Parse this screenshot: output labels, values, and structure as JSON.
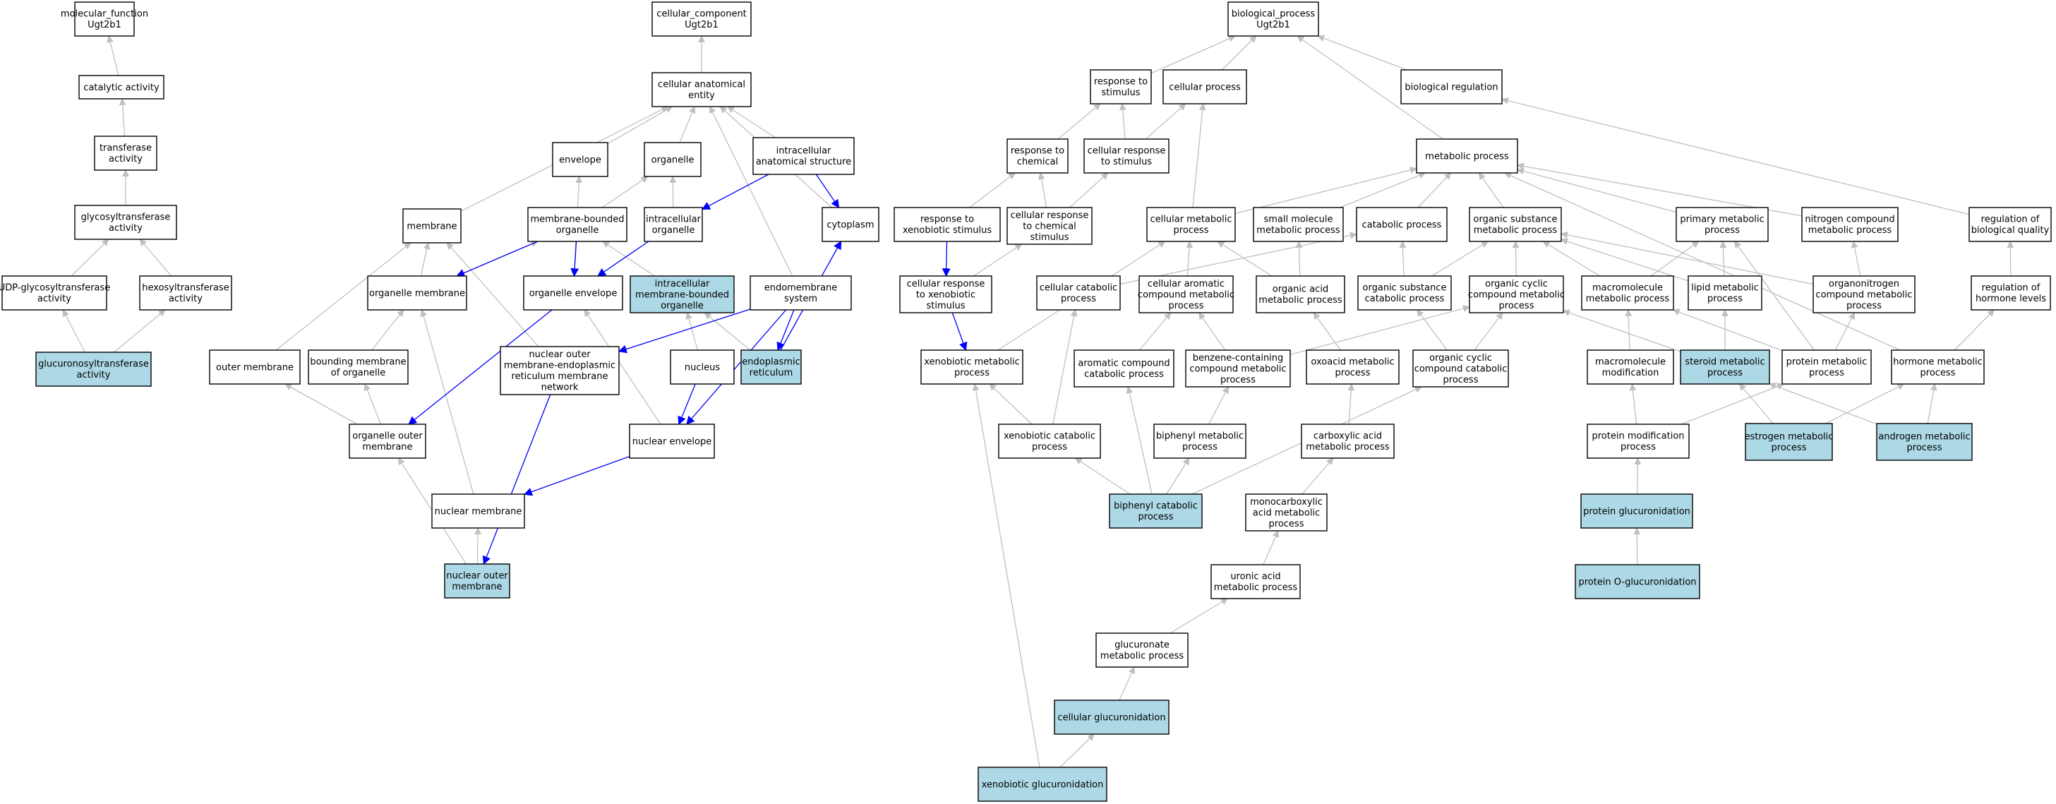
{
  "colors": {
    "highlight": "#add8e6",
    "plain": "#ffffff",
    "edge": "#c0c0c0",
    "edge_part_of": "#0000ff"
  },
  "nodes": [
    {
      "id": "mf",
      "lines": [
        "molecular_function",
        "Ugt2b1"
      ]
    },
    {
      "id": "cata",
      "lines": [
        "catalytic activity"
      ]
    },
    {
      "id": "trans",
      "lines": [
        "transferase",
        "activity"
      ]
    },
    {
      "id": "glyco",
      "lines": [
        "glycosyltransferase",
        "activity"
      ]
    },
    {
      "id": "udp",
      "lines": [
        "UDP-glycosyltransferase",
        "activity"
      ]
    },
    {
      "id": "hexo",
      "lines": [
        "hexosyltransferase",
        "activity"
      ]
    },
    {
      "id": "glucuronosyl",
      "lines": [
        "glucuronosyltransferase",
        "activity"
      ],
      "highlight": true
    },
    {
      "id": "cc",
      "lines": [
        "cellular_component",
        "Ugt2b1"
      ]
    },
    {
      "id": "cae",
      "lines": [
        "cellular anatomical",
        "entity"
      ]
    },
    {
      "id": "envelope",
      "lines": [
        "envelope"
      ]
    },
    {
      "id": "organelle",
      "lines": [
        "organelle"
      ]
    },
    {
      "id": "ias",
      "lines": [
        "intracellular",
        "anatomical structure"
      ]
    },
    {
      "id": "membrane",
      "lines": [
        "membrane"
      ]
    },
    {
      "id": "mbo",
      "lines": [
        "membrane-bounded",
        "organelle"
      ]
    },
    {
      "id": "io",
      "lines": [
        "intracellular",
        "organelle"
      ]
    },
    {
      "id": "cytoplasm",
      "lines": [
        "cytoplasm"
      ]
    },
    {
      "id": "orgmem",
      "lines": [
        "organelle membrane"
      ]
    },
    {
      "id": "orgenv",
      "lines": [
        "organelle envelope"
      ]
    },
    {
      "id": "imbo",
      "lines": [
        "intracellular",
        "membrane-bounded",
        "organelle"
      ],
      "highlight": true
    },
    {
      "id": "endomem",
      "lines": [
        "endomembrane",
        "system"
      ]
    },
    {
      "id": "outermem",
      "lines": [
        "outer membrane"
      ]
    },
    {
      "id": "boundmem",
      "lines": [
        "bounding membrane",
        "of organelle"
      ]
    },
    {
      "id": "noerm",
      "lines": [
        "nuclear outer",
        "membrane-endoplasmic",
        "reticulum membrane",
        "network"
      ]
    },
    {
      "id": "nucleus",
      "lines": [
        "nucleus"
      ]
    },
    {
      "id": "er",
      "lines": [
        "endoplasmic",
        "reticulum"
      ],
      "highlight": true
    },
    {
      "id": "orgoutermem",
      "lines": [
        "organelle outer",
        "membrane"
      ]
    },
    {
      "id": "nucenv",
      "lines": [
        "nuclear envelope"
      ]
    },
    {
      "id": "nucmem",
      "lines": [
        "nuclear membrane"
      ]
    },
    {
      "id": "nom",
      "lines": [
        "nuclear outer",
        "membrane"
      ],
      "highlight": true
    },
    {
      "id": "bp",
      "lines": [
        "biological_process",
        "Ugt2b1"
      ]
    },
    {
      "id": "rts",
      "lines": [
        "response to",
        "stimulus"
      ]
    },
    {
      "id": "cp",
      "lines": [
        "cellular process"
      ]
    },
    {
      "id": "br",
      "lines": [
        "biological regulation"
      ]
    },
    {
      "id": "rtc",
      "lines": [
        "response to",
        "chemical"
      ]
    },
    {
      "id": "crs",
      "lines": [
        "cellular response",
        "to stimulus"
      ]
    },
    {
      "id": "mp",
      "lines": [
        "metabolic process"
      ]
    },
    {
      "id": "rtxs",
      "lines": [
        "response to",
        "xenobiotic stimulus"
      ]
    },
    {
      "id": "crcs",
      "lines": [
        "cellular response",
        "to chemical",
        "stimulus"
      ]
    },
    {
      "id": "cmp",
      "lines": [
        "cellular metabolic",
        "process"
      ]
    },
    {
      "id": "smmp",
      "lines": [
        "small molecule",
        "metabolic process"
      ]
    },
    {
      "id": "catp",
      "lines": [
        "catabolic process"
      ]
    },
    {
      "id": "osmp",
      "lines": [
        "organic substance",
        "metabolic process"
      ]
    },
    {
      "id": "pmp",
      "lines": [
        "primary metabolic",
        "process"
      ]
    },
    {
      "id": "ncmp",
      "lines": [
        "nitrogen compound",
        "metabolic process"
      ]
    },
    {
      "id": "rbq",
      "lines": [
        "regulation of",
        "biological quality"
      ]
    },
    {
      "id": "crxs",
      "lines": [
        "cellular response",
        "to xenobiotic",
        "stimulus"
      ]
    },
    {
      "id": "ccp",
      "lines": [
        "cellular catabolic",
        "process"
      ]
    },
    {
      "id": "cacmp",
      "lines": [
        "cellular aromatic",
        "compound metabolic",
        "process"
      ]
    },
    {
      "id": "oamp",
      "lines": [
        "organic acid",
        "metabolic process"
      ]
    },
    {
      "id": "oscp",
      "lines": [
        "organic substance",
        "catabolic process"
      ]
    },
    {
      "id": "occmp",
      "lines": [
        "organic cyclic",
        "compound metabolic",
        "process"
      ]
    },
    {
      "id": "macmp",
      "lines": [
        "macromolecule",
        "metabolic process"
      ]
    },
    {
      "id": "lmp",
      "lines": [
        "lipid metabolic",
        "process"
      ]
    },
    {
      "id": "oncmp",
      "lines": [
        "organonitrogen",
        "compound metabolic",
        "process"
      ]
    },
    {
      "id": "rhl",
      "lines": [
        "regulation of",
        "hormone levels"
      ]
    },
    {
      "id": "xmp",
      "lines": [
        "xenobiotic metabolic",
        "process"
      ]
    },
    {
      "id": "accp",
      "lines": [
        "aromatic compound",
        "catabolic process"
      ]
    },
    {
      "id": "bccmp",
      "lines": [
        "benzene-containing",
        "compound metabolic",
        "process"
      ]
    },
    {
      "id": "oxamp",
      "lines": [
        "oxoacid metabolic",
        "process"
      ]
    },
    {
      "id": "occcp",
      "lines": [
        "organic cyclic",
        "compound catabolic",
        "process"
      ]
    },
    {
      "id": "mm",
      "lines": [
        "macromolecule",
        "modification"
      ]
    },
    {
      "id": "smp",
      "lines": [
        "steroid metabolic",
        "process"
      ],
      "highlight": true
    },
    {
      "id": "prmp",
      "lines": [
        "protein metabolic",
        "process"
      ]
    },
    {
      "id": "hmp",
      "lines": [
        "hormone metabolic",
        "process"
      ]
    },
    {
      "id": "xcp",
      "lines": [
        "xenobiotic catabolic",
        "process"
      ]
    },
    {
      "id": "bpmp",
      "lines": [
        "biphenyl metabolic",
        "process"
      ]
    },
    {
      "id": "camp",
      "lines": [
        "carboxylic acid",
        "metabolic process"
      ]
    },
    {
      "id": "pmodp",
      "lines": [
        "protein modification",
        "process"
      ]
    },
    {
      "id": "emp",
      "lines": [
        "estrogen metabolic",
        "process"
      ],
      "highlight": true
    },
    {
      "id": "amp",
      "lines": [
        "androgen metabolic",
        "process"
      ],
      "highlight": true
    },
    {
      "id": "bpcp",
      "lines": [
        "biphenyl catabolic",
        "process"
      ],
      "highlight": true
    },
    {
      "id": "mcamp",
      "lines": [
        "monocarboxylic",
        "acid metabolic",
        "process"
      ]
    },
    {
      "id": "pg",
      "lines": [
        "protein glucuronidation"
      ],
      "highlight": true
    },
    {
      "id": "uamp",
      "lines": [
        "uronic acid",
        "metabolic process"
      ]
    },
    {
      "id": "pog",
      "lines": [
        "protein O-glucuronidation"
      ],
      "highlight": true
    },
    {
      "id": "gmp",
      "lines": [
        "glucuronate",
        "metabolic process"
      ]
    },
    {
      "id": "cg",
      "lines": [
        "cellular glucuronidation"
      ],
      "highlight": true
    },
    {
      "id": "xg",
      "lines": [
        "xenobiotic glucuronidation"
      ],
      "highlight": true
    }
  ],
  "edges": [
    [
      "cata",
      "mf"
    ],
    [
      "trans",
      "cata"
    ],
    [
      "glyco",
      "trans"
    ],
    [
      "udp",
      "glyco"
    ],
    [
      "hexo",
      "glyco"
    ],
    [
      "glucuronosyl",
      "udp"
    ],
    [
      "glucuronosyl",
      "hexo"
    ],
    [
      "cae",
      "cc"
    ],
    [
      "envelope",
      "cae"
    ],
    [
      "organelle",
      "cae"
    ],
    [
      "ias",
      "cae"
    ],
    [
      "membrane",
      "cae"
    ],
    [
      "cytoplasm",
      "cae"
    ],
    [
      "endomem",
      "cae"
    ],
    [
      "mbo",
      "organelle"
    ],
    [
      "io",
      "organelle"
    ],
    [
      "orgmem",
      "membrane"
    ],
    [
      "orgmem",
      "mbo"
    ],
    [
      "orgenv",
      "envelope"
    ],
    [
      "imbo",
      "mbo"
    ],
    [
      "outermem",
      "membrane"
    ],
    [
      "boundmem",
      "orgmem"
    ],
    [
      "noerm",
      "membrane"
    ],
    [
      "nucleus",
      "imbo"
    ],
    [
      "er",
      "imbo"
    ],
    [
      "orgoutermem",
      "outermem"
    ],
    [
      "orgoutermem",
      "boundmem"
    ],
    [
      "nucenv",
      "orgenv"
    ],
    [
      "nucmem",
      "orgmem"
    ],
    [
      "nom",
      "nucmem"
    ],
    [
      "nom",
      "orgoutermem"
    ],
    [
      "rts",
      "bp"
    ],
    [
      "cp",
      "bp"
    ],
    [
      "br",
      "bp"
    ],
    [
      "mp",
      "bp"
    ],
    [
      "rtc",
      "rts"
    ],
    [
      "crs",
      "rts"
    ],
    [
      "crs",
      "cp"
    ],
    [
      "rtxs",
      "rtc"
    ],
    [
      "crcs",
      "rtc"
    ],
    [
      "crcs",
      "crs"
    ],
    [
      "cmp",
      "mp"
    ],
    [
      "cmp",
      "cp"
    ],
    [
      "smmp",
      "mp"
    ],
    [
      "catp",
      "mp"
    ],
    [
      "osmp",
      "mp"
    ],
    [
      "pmp",
      "mp"
    ],
    [
      "ncmp",
      "mp"
    ],
    [
      "rbq",
      "br"
    ],
    [
      "crxs",
      "crcs"
    ],
    [
      "ccp",
      "catp"
    ],
    [
      "cacmp",
      "cmp"
    ],
    [
      "oamp",
      "cmp"
    ],
    [
      "oamp",
      "smmp"
    ],
    [
      "oscp",
      "catp"
    ],
    [
      "oscp",
      "osmp"
    ],
    [
      "occmp",
      "osmp"
    ],
    [
      "macmp",
      "osmp"
    ],
    [
      "macmp",
      "pmp"
    ],
    [
      "lmp",
      "pmp"
    ],
    [
      "lmp",
      "osmp"
    ],
    [
      "oncmp",
      "ncmp"
    ],
    [
      "oncmp",
      "osmp"
    ],
    [
      "rhl",
      "rbq"
    ],
    [
      "xmp",
      "cmp"
    ],
    [
      "accp",
      "cacmp"
    ],
    [
      "bccmp",
      "cacmp"
    ],
    [
      "bccmp",
      "occmp"
    ],
    [
      "oxamp",
      "oamp"
    ],
    [
      "occcp",
      "occmp"
    ],
    [
      "occcp",
      "oscp"
    ],
    [
      "mm",
      "macmp"
    ],
    [
      "smp",
      "lmp"
    ],
    [
      "smp",
      "occmp"
    ],
    [
      "prmp",
      "macmp"
    ],
    [
      "prmp",
      "oncmp"
    ],
    [
      "prmp",
      "pmp"
    ],
    [
      "hmp",
      "rhl"
    ],
    [
      "hmp",
      "mp"
    ],
    [
      "xcp",
      "xmp"
    ],
    [
      "xcp",
      "ccp"
    ],
    [
      "bpmp",
      "bccmp"
    ],
    [
      "camp",
      "oxamp"
    ],
    [
      "pmodp",
      "mm"
    ],
    [
      "pmodp",
      "prmp"
    ],
    [
      "emp",
      "smp"
    ],
    [
      "emp",
      "hmp"
    ],
    [
      "amp",
      "smp"
    ],
    [
      "amp",
      "hmp"
    ],
    [
      "bpcp",
      "xcp"
    ],
    [
      "bpcp",
      "accp"
    ],
    [
      "bpcp",
      "bpmp"
    ],
    [
      "bpcp",
      "occcp"
    ],
    [
      "mcamp",
      "camp"
    ],
    [
      "pg",
      "pmodp"
    ],
    [
      "uamp",
      "mcamp"
    ],
    [
      "pog",
      "pg"
    ],
    [
      "gmp",
      "uamp"
    ],
    [
      "cg",
      "gmp"
    ],
    [
      "xg",
      "cg"
    ],
    [
      "xg",
      "xmp"
    ]
  ],
  "part_of_edges": [
    [
      "mbo",
      "orgmem"
    ],
    [
      "ias",
      "io"
    ],
    [
      "ias",
      "cytoplasm"
    ],
    [
      "mbo",
      "orgenv"
    ],
    [
      "io",
      "orgenv"
    ],
    [
      "endomem",
      "noerm"
    ],
    [
      "endomem",
      "er"
    ],
    [
      "endomem",
      "nucenv"
    ],
    [
      "er",
      "cytoplasm"
    ],
    [
      "orgenv",
      "orgoutermem"
    ],
    [
      "nucleus",
      "nucenv"
    ],
    [
      "noerm",
      "nom"
    ],
    [
      "nucenv",
      "nucmem"
    ],
    [
      "rtxs",
      "crxs"
    ],
    [
      "crxs",
      "xmp"
    ]
  ]
}
